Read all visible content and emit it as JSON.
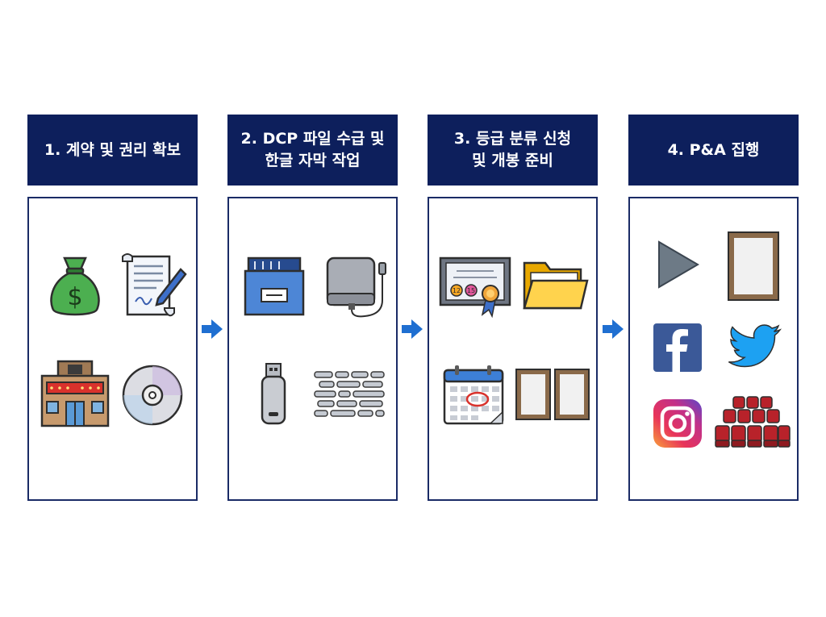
{
  "steps": [
    {
      "title": "1. 계약 및 권리 확보",
      "icons": [
        "money-bag-icon",
        "contract-signing-icon",
        "cinema-building-icon",
        "disc-icon"
      ]
    },
    {
      "title": "2. DCP 파일 수급 및\n한글 자막 작업",
      "icons": [
        "file-box-icon",
        "hard-drive-icon",
        "usb-drive-icon",
        "subtitle-lines-icon"
      ]
    },
    {
      "title": "3. 등급 분류 신청\n및 개봉 준비",
      "icons": [
        "rating-certificate-icon",
        "folder-icon",
        "calendar-icon",
        "poster-frames-icon"
      ]
    },
    {
      "title": "4. P&A 집행",
      "icons": [
        "play-icon",
        "poster-frame-icon",
        "facebook-icon",
        "twitter-icon",
        "instagram-icon",
        "theater-seats-icon"
      ]
    }
  ],
  "colors": {
    "header_bg": "#0d1f5c",
    "border": "#1a2b66",
    "arrow": "#1f6fd1"
  }
}
